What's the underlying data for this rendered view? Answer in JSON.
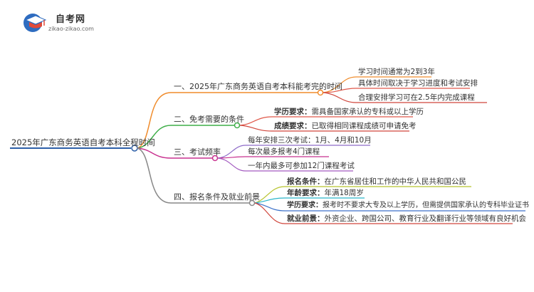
{
  "logo": {
    "name": "自考网",
    "url": "zikao-zikao.com"
  },
  "mindmap": {
    "root": "2025年广东商务英语自考本科全程时间",
    "branches": [
      {
        "title": "一、2025年广东商务英语自考本科能考完的时间",
        "color": "#f08c2c",
        "leaves": [
          {
            "label": "",
            "text": "学习时间通常为2到3年"
          },
          {
            "label": "",
            "text": "具体时间取决于学习进度和考试安排"
          },
          {
            "label": "",
            "text": "合理安排学习可在2.5年内完成课程"
          }
        ]
      },
      {
        "title": "二、免考需要的条件",
        "color": "#3fae49",
        "leaves": [
          {
            "label": "学历要求：",
            "text": "需具备国家承认的专科或以上学历"
          },
          {
            "label": "成绩要求：",
            "text": "已取得相同课程成绩可申请免考"
          }
        ]
      },
      {
        "title": "三、考试频率",
        "color": "#c8318f",
        "leaves": [
          {
            "label": "",
            "text": "每年安排三次考试：1月、4月和10月"
          },
          {
            "label": "",
            "text": "每次最多报考4门课程"
          },
          {
            "label": "",
            "text": "一年内最多可参加12门课程考试"
          }
        ]
      },
      {
        "title": "四、报名条件及就业前景",
        "color": "#888888",
        "leaves": [
          {
            "label": "报名条件：",
            "text": "在广东省居住和工作的中华人民共和国公民"
          },
          {
            "label": "年龄要求：",
            "text": "年满18周岁"
          },
          {
            "label": "学历要求：",
            "text": "报考时不要求大专及以上学历，但需提供国家承认的专科毕业证书"
          },
          {
            "label": "就业前景：",
            "text": "外资企业、跨国公司、教育行业及翻译行业等领域有良好机会"
          }
        ]
      }
    ],
    "leaf_colors": {
      "b1": [
        "#f08c2c",
        "#e0584a",
        "#d0463c"
      ],
      "b2": [
        "#e0584a",
        "#d0463c"
      ],
      "b3": [
        "#8e6bc8",
        "#c8318f",
        "#a35bc0"
      ],
      "b4": [
        "#b7c42e",
        "#2bb6c9",
        "#3d72c9",
        "#d0463c"
      ]
    },
    "root_color": "#2d5fa8"
  }
}
